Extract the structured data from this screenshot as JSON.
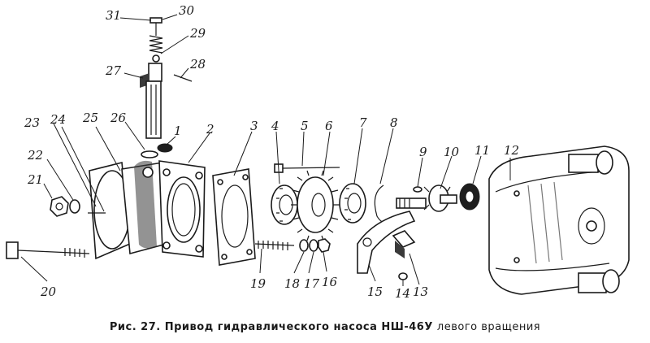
{
  "figure": {
    "caption_bold": "Рис. 27. Привод гидравлического насоса НШ-46У",
    "caption_rest": "левого вращения"
  },
  "labels": [
    "1",
    "2",
    "3",
    "4",
    "5",
    "6",
    "7",
    "8",
    "9",
    "10",
    "11",
    "12",
    "13",
    "14",
    "15",
    "16",
    "17",
    "18",
    "19",
    "20",
    "21",
    "22",
    "23",
    "24",
    "25",
    "26",
    "27",
    "28",
    "29",
    "30",
    "31"
  ]
}
